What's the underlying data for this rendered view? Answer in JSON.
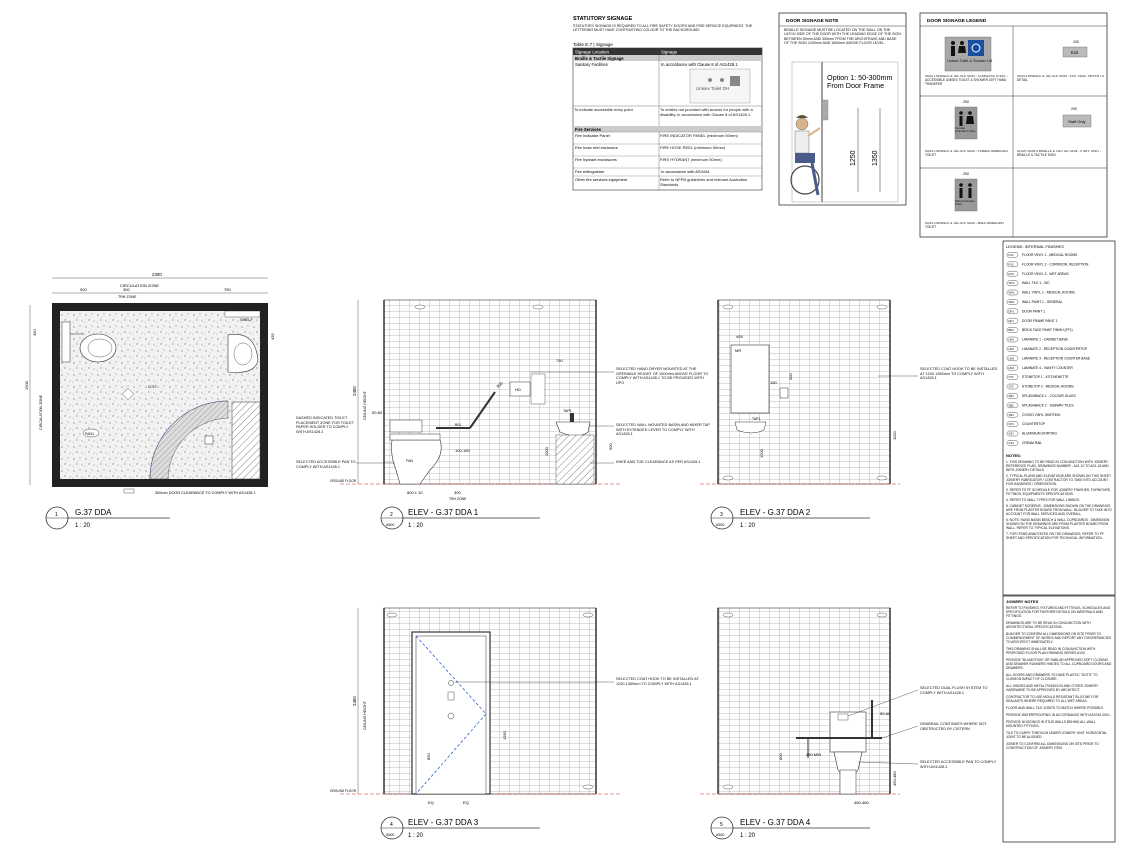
{
  "statutory": {
    "heading": "STATUTORY SIGNAGE",
    "intro": "STATUTORY SIGNAGE IS REQUIRED TO ALL FIRE SAFETY DOORS AND FIRE SERVICE EQUIPMENT. THE LETTERING MUST HAVE CONTRASTING COLOUR TO THE BACKGROUND.",
    "table_caption": "Table E.7 | Signage",
    "col_location": "Signage Location",
    "col_signage": "Signage",
    "section_braille": "Braille & Tactile Signage",
    "row_sanitary": "Sanitary Facilities",
    "row_sanitary_val": "In accordance with Clause 8 of AS1428.1",
    "row_entry": "To indicate accessible entry point",
    "row_entry_val": "To entries not provided with access for people with a disability, in accordance with Clause 8 of AS1428.1",
    "section_fire": "Fire Services",
    "row_fip": "Fire Indicator Panel",
    "row_fip_val": "FIRE INDICATOR PANEL (minimum 50mm)",
    "row_hose": "Fire hose reel enclosure",
    "row_hose_val": "FIRE HOSE REEL (minimum 50mm)",
    "row_hydrant": "Fire hydrant enclosures",
    "row_hydrant_val": "FIRE HYDRANT (minimum 50mm)",
    "row_ext": "Fire extinguisher",
    "row_ext_val": "In accordance with AS2444",
    "row_other": "Other fire services equipment",
    "row_other_val": "Refer to NFPB guidelines and relevant Australian Standards",
    "sign_text": "Unisex Toilet DH"
  },
  "door_note": {
    "heading": "DOOR SIGNAGE NOTE",
    "text": "BRAILLE SIGNAGE MUST BE LOCATED ON THE WALL ON THE LATCH SIDE OF THE DOOR WITH THE LEADING EDGE OF THE SIGN BETWEEN 50mm AND 300mm FROM THE ARCHITRAVE AND BASE OF THE SIGN 1200mm AND 1600mm ABOVE FLOOR LEVEL.",
    "option1": "Option 1: 50-300mm",
    "option2": "From Door Frame",
    "dim1": "1250",
    "dim2": "1350"
  },
  "legend_box": {
    "heading": "DOOR SIGNAGE LEGEND",
    "sign1_text": "Unisex Toilet & Shower Lift",
    "sign1_note": "SIGN 1 BRAILLE & TACTILE SIGN - STAINLESS STEEL - ACCESSIBLE UNISEX TOILET & SHOWER LEFT HAND TRANSFER",
    "sign4_text": "Exit",
    "sign4_note": "SIGN 4 BRAILLE & TACTILE SIGN - EXIT SIGN - REFER TO DETAIL",
    "sign2_text": "Female Ambulant Toilet",
    "sign2_note": "SIGN 2 BRAILLE & TACTILE SIGN - FEMALE AMBULANT TOILET",
    "sign5_text": "Staff Only",
    "sign5_note": "DOOR SIGN 5 BRAILLE & TACTILE SIGN - STAFF ONLY - BRAILLE & TACTILE SIGN",
    "sign3_text": "Male Ambulant Toilet",
    "sign3_note": "SIGN 3 BRAILLE & TACTILE SIGN - MALE AMBULANT TOILET",
    "dim250": "250",
    "dim200": "200",
    "dim100": "100"
  },
  "legend_finishes": {
    "heading": "LEGEND: INTERNAL FINISHES",
    "items": [
      {
        "code": "FV1",
        "text": "FLOOR VINYL 1 - MEDICAL ROOMS"
      },
      {
        "code": "FV2",
        "text": "FLOOR VINYL 2 - CORRIDOR, RECEPTION"
      },
      {
        "code": "FV3",
        "text": "FLOOR VINYL 3 - WET AREAS"
      },
      {
        "code": "WT1",
        "text": "WALL TILE 1 - WC"
      },
      {
        "code": "WV1",
        "text": "WALL VINYL 1 - MEDICAL ROOMS"
      },
      {
        "code": "WP1",
        "text": "WALL PAINT 1 - GENERAL"
      },
      {
        "code": "DP1",
        "text": "DOOR PAINT 1"
      },
      {
        "code": "DF1",
        "text": "DOOR FRAME PAINT 1"
      },
      {
        "code": "BR1",
        "text": "BRICK FACE PAINT FINISH (FF1)"
      },
      {
        "code": "LM1",
        "text": "LAMINATE 1 - CABINET BASE"
      },
      {
        "code": "LM2",
        "text": "LAMINATE 2 - RECEPTION COUNTERTOP"
      },
      {
        "code": "LM3",
        "text": "LAMINATE 3 - RECEPTION COUNTER BASE"
      },
      {
        "code": "LM4",
        "text": "LAMINATE 4 - VANITY COUNTER"
      },
      {
        "code": "ST1",
        "text": "STONETOP 1 - KITCHENETTE"
      },
      {
        "code": "ST2",
        "text": "STONETOP 2 - MEDICAL ROOMS"
      },
      {
        "code": "SB1",
        "text": "SPLASHBACK 1 - COLOUR GLASS"
      },
      {
        "code": "SB2",
        "text": "SPLASHBACK 2 - SUBWAY TILES"
      },
      {
        "code": "VB1",
        "text": "COVED VINYL SKIRTING"
      },
      {
        "code": "CP1",
        "text": "COUNTERTOP"
      },
      {
        "code": "AS1",
        "text": "ALUMINIUM SKIRTING"
      },
      {
        "code": "CS1",
        "text": "CREAM RAIL"
      }
    ],
    "notes_heading": "NOTES:",
    "notes": [
      "1. THIS DRAWING TO BE READ IN CONJUNCTION WITH JOINERY REFERENCE PLAN, DRAWINGS NUMBER - A01-10 TO A01-15 AND WITH JOINERY DETAILS.",
      "2. TYPICAL PLANS AND ELEVATIONS ARE SHOWN ON THIS SHEET. JOINERY FABRICATOR / CONTRACTOR TO TAKE INTO ACCOUNT FOR HANDINGS / ORIENTATION.",
      "3. REFER TO FF SCHEDULE FOR JOINERY FINISHES, FURNITURE, FITTINGS, EQUIPMENTS SPECIFICATIONS.",
      "4. REFER TO WALL TYPES FOR WALL LININGS.",
      "5. CABINET SCREENS - DIMENSIONS SHOWN ON THE DRAWINGS ARE FROM PLASTER BOARD FROM WALL. BUILDER TO TAKE INTO ACCOUNT FOR WALL SERVICES AND OVERALL.",
      "6. NOTE: HAND BASIN BENCH & WALL CUPBOARDS - DIMENSION SHOWN ON THE DRAWINGS ARE FROM PLASTER BOARD FROM WALL. REFER TO TYPICAL ELEVATIONS.",
      "7. FOR ITEMS ANNOTATED ON THE DRAWINGS, REFER TO FF SHEET AND SPECIFICATION FOR TECHNICAL INFORMATION."
    ]
  },
  "joinery_notes": {
    "heading": "JOINERY NOTES",
    "notes": [
      "REFER TO FINISHES, FIXTURES AND FITTINGS, SCHEDULES AND SPECIFICATION FOR FURTHER DETAILS ON MATERIALS AND FITTINGS.",
      "DRAWINGS ARE TO BE READ IN CONJUNCTION WITH ARCHITECTURAL SPECIFICATIONS.",
      "BUILDER TO CONFIRM ALL DIMENSIONS ON SITE PRIOR TO COMMENCEMENT OF WORKS AND REPORT ANY DISCREPANCIES TO ARCHITECT IMMEDIATELY.",
      "THIS DRAWING SHALL BE READ IN CONJUNCTION WITH PROPOSED FLOOR PLAN DRAWING SERIES A100.",
      "PROVIDE \"BLUMOTION\" OR SIMILAR APPROVED SOFT CLOSING AND DRAWER RUNNERS HINGES TO ALL CUPBOARD DOORS AND DRAWERS.",
      "ALL DOORS AND DRAWERS TO HAVE PLASTIC \"DOTS\" TO CUSHION IMPACT OF CLOSURE.",
      "ALL HINGES AND METAL FIXINGS IN AND OTHER JOINERY HARDWARE TO BE APPROVED BY ARCHITECT.",
      "CONTRACTOR TO USE MOULD RESISTANT SILICONE FOR SEALANTS WHERE REQUIRED TO ALL WET AREAS.",
      "FLOOR AND WALL TILE JOINTS TO MATCH WHERE POSSIBLE.",
      "PROVIDE WATERPROOFING IN ACCORDANCE WITH AS3740-2010.",
      "PROVIDE NOGGINGS IN STUD WALLS BEHIND ALL WALL MOUNTED FITTINGS.",
      "TILE TO CARRY THROUGH UNDER JOINERY UNIT. HORIZONTAL JOINT TO BE ALIGNED.",
      "JOINER TO CONFIRM ALL DIMENSIONS ON SITE PRIOR TO CONSTRUCTION OF JOINERY ITEM."
    ]
  },
  "plan": {
    "title": "G.37 DDA",
    "scale": "1 : 20",
    "num": "1",
    "dim_total": "2300",
    "circulation": "CIRCULATION ZONE",
    "circulation_side": "CIRCULATION ZONE",
    "d900": "900",
    "d300": "300",
    "d750": "750",
    "trh": "TRH ZONE",
    "shelf": "SHELF",
    "d1900": "1900",
    "d450": "450",
    "d435": "435",
    "door_note": "300mm DOOR CLEARANCE TO COMPLY WITH AS1428.1",
    "fan": "FAN1",
    "tag": "G.37"
  },
  "elev1": {
    "title": "ELEV - G.37 DDA 1",
    "scale": "1 : 20",
    "num": "2",
    "sheet": "A500",
    "ceiling": "CEILING HEIGHT",
    "h2400": "2400",
    "note_dryer": "SELECTED HAND DRYER MOUNTED AT THE OPERABLE HEIGHT OF 1000mm ABOVE FLOOR TO COMPLY WITH AS1428.1 TO BE PROVIDED WITH UPO",
    "note_basin": "SELECTED WALL MOUNTED BASIN AND MIXER TAP WITH EXTENDED LEVER TO COMPLY WITH AS1428.1",
    "note_knee": "KNEE AND TOE CLEARANCE AS PER AS1428.1",
    "note_toilet": "DASHED INDICATED TOILET PLACEMENT ZONE FOR TOILET PAPER HOLDER TO COMPLY WITH AS1428.1",
    "note_pan": "SELECTED ACCESSIBLE PAN TO COMPLY WITH AS1428.1",
    "d750": "750",
    "d5060": "50-60",
    "d100150": "100-150",
    "d800": "800",
    "d1000": "1000",
    "d900": "900",
    "fan": "FAN",
    "trh": "TRH ZONE",
    "ground": "GROUND FLOOR",
    "d300": "300",
    "d800b": "800 ± 10",
    "hd": "HD",
    "tap": "TAP1",
    "b01": "B01"
  },
  "elev2": {
    "title": "ELEV - G.37 DDA 2",
    "scale": "1 : 20",
    "num": "3",
    "sheet": "A500",
    "note_coat": "SELECTED COAT HOOK TO BE INSTALLED AT 1200-1350mm TO COMPLY WITH AS1428.1",
    "d405": "405",
    "d150": "150",
    "d900": "900",
    "d1200": "1200",
    "d1100": "1100",
    "mr": "MR",
    "tap": "TAP1"
  },
  "elev3": {
    "title": "ELEV - G.37 DDA 3",
    "scale": "1 : 20",
    "num": "4",
    "sheet": "A500",
    "ceiling": "CEILING HEIGHT",
    "h2400": "2400",
    "note_coat": "SELECTED COAT HOOK TO BE INSTALLED AT 1200-1350mm TO COMPLY WITH AS1428.1",
    "eq": "EQ",
    "d1350": "1350",
    "d850": "850",
    "ground": "GROUND FLOOR"
  },
  "elev4": {
    "title": "ELEV - G.37 DDA 4",
    "scale": "1 : 20",
    "num": "5",
    "sheet": "A500",
    "note_flush": "SELECTED DUAL FLUSH SYSTEM TO COMPLY WITH AS1428.1",
    "note_grab": "GRABRAIL CONTINUES WHERE NOT OBSTRUCTED BY CISTERN",
    "note_pan": "SELECTED ACCESSIBLE PAN TO COMPLY WITH AS1428.1",
    "d5060": "50-60",
    "d450": "450 MIN",
    "d450460": "450-460",
    "d800": "800",
    "d4600": "460-480",
    "ground": "GROUND FLOOR"
  }
}
